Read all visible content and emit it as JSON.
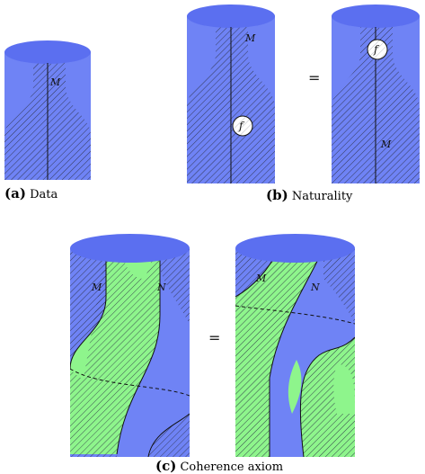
{
  "labels": {
    "M": "M",
    "N": "N",
    "f": "f",
    "equals": "="
  },
  "captions": {
    "a": {
      "tag": "(a)",
      "text": "Data"
    },
    "b": {
      "tag": "(b)",
      "text": "Naturality"
    },
    "c": {
      "tag": "(c)",
      "text": "Coherence axiom"
    }
  },
  "colors": {
    "blue": "#6f83f5",
    "blue_top": "#5b6ff0",
    "green": "#8ef58c",
    "hatch": "#2b2f45"
  }
}
